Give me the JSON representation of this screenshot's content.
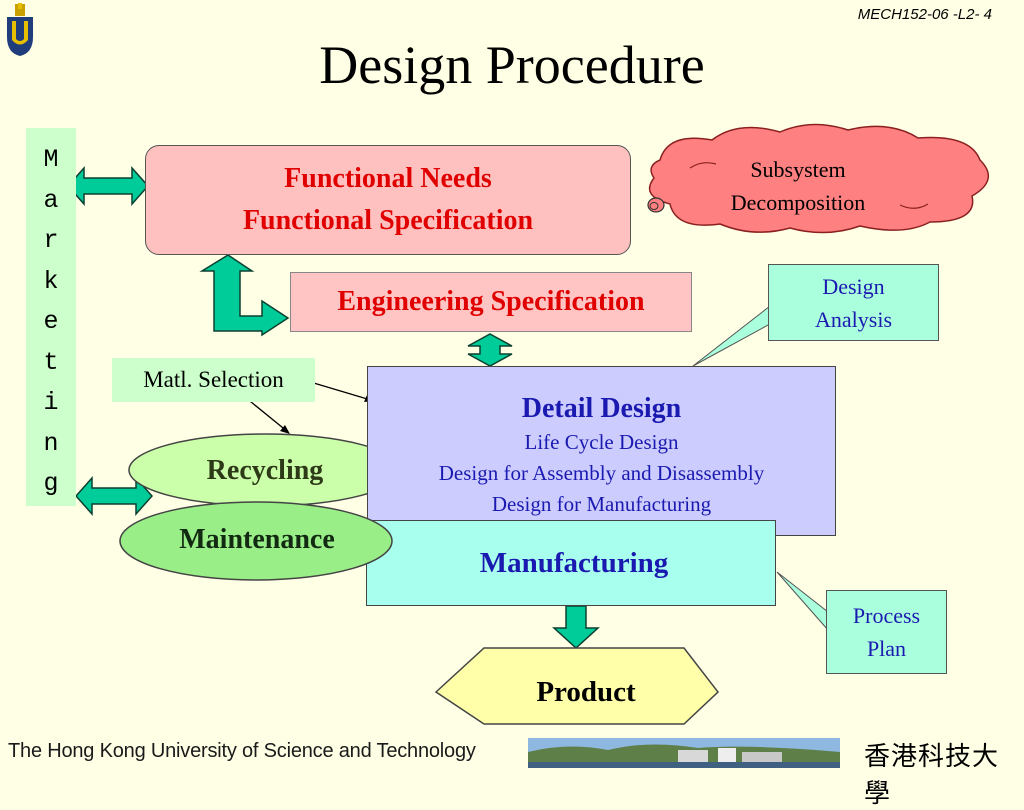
{
  "slide_code": "MECH152-06 -L2- 4",
  "title": "Design Procedure",
  "marketing": {
    "letters": [
      "M",
      "a",
      "r",
      "k",
      "e",
      "t",
      "i",
      "n",
      "g"
    ]
  },
  "functional_box": {
    "line1": "Functional Needs",
    "line2": "Functional Specification"
  },
  "subsystem_cloud": {
    "line1": "Subsystem",
    "line2": "Decomposition"
  },
  "engineering_spec": "Engineering Specification",
  "design_analysis": {
    "line1": "Design",
    "line2": "Analysis"
  },
  "matl_selection": "Matl. Selection",
  "detail_design": {
    "title": "Detail Design",
    "lines": [
      "Life Cycle Design",
      "Design for Assembly and Disassembly",
      "Design for Manufacturing"
    ]
  },
  "recycling": "Recycling",
  "maintenance": "Maintenance",
  "manufacturing": "Manufacturing",
  "process_plan": {
    "line1": "Process",
    "line2": "Plan"
  },
  "product": "Product",
  "footer": {
    "university_en": "The Hong Kong University of Science and Technology",
    "university_zh": "香港科技大學"
  },
  "colors": {
    "background": "#ffffe6",
    "arrow_fill": "#00cc99",
    "functional_box": "#ffc0c0",
    "detail_box": "#ccccff",
    "manufacturing_box": "#a8ffee",
    "marketing_bar": "#ccffcc",
    "ellipse_fill": "#ccffaa",
    "maintenance_fill": "#99ee88",
    "product_fill": "#ffffaa",
    "cloud_fill": "#ff8080",
    "text_red": "#e00000",
    "text_blue": "#1a1ab0"
  }
}
